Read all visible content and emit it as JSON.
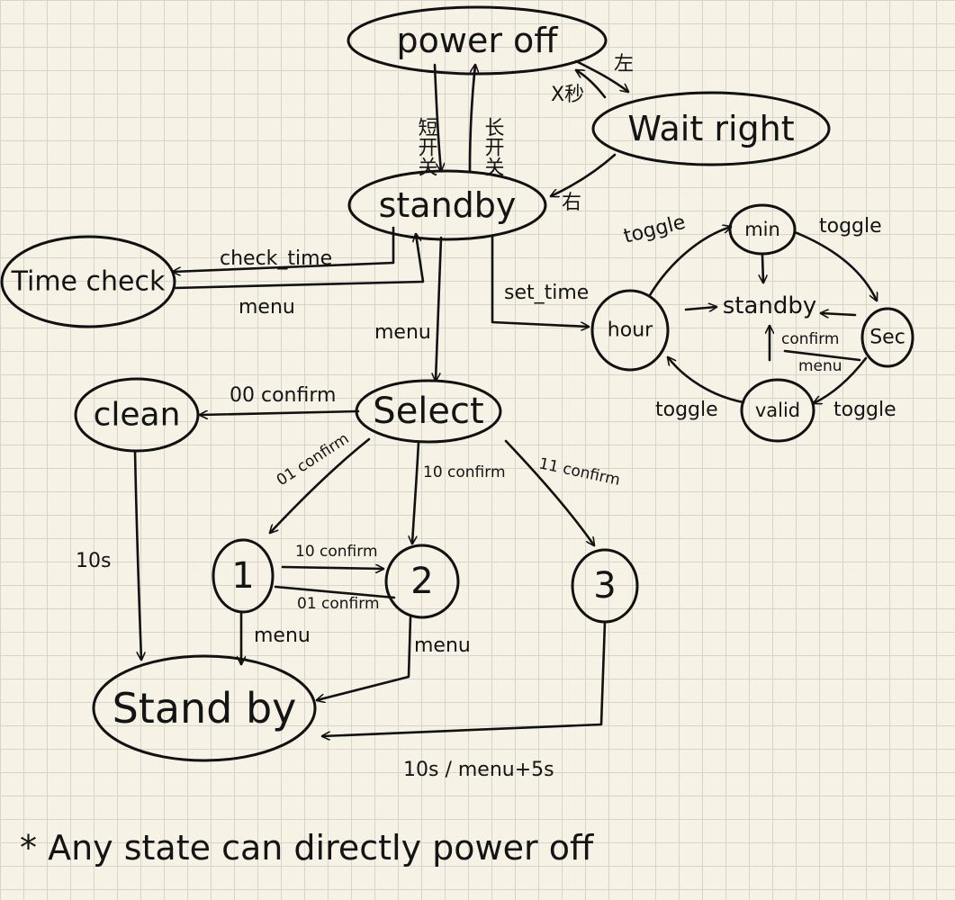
{
  "diagram": {
    "nodes": {
      "power_off": "power off",
      "wait_right": "Wait right",
      "standby_top": "standby",
      "time_check": "Time check",
      "select": "Select",
      "clean": "clean",
      "state_1": "1",
      "state_2": "2",
      "state_3": "3",
      "standby_bottom": "Stand by",
      "min": "min",
      "hour": "hour",
      "sec": "Sec",
      "valid": "valid",
      "standby_inner": "standby"
    },
    "edges": {
      "short_switch": "短开关",
      "long_switch": "长开关",
      "left": "左",
      "x_seconds": "X秒",
      "right": "右",
      "check_time": "check_time",
      "menu_time": "menu",
      "menu_select": "menu",
      "set_time": "set_time",
      "confirm_00": "00 confirm",
      "confirm_01": "01 confirm",
      "confirm_10": "10 confirm",
      "confirm_11": "11 confirm",
      "confirm_1_to_2": "10 confirm",
      "confirm_2_to_1": "01 confirm",
      "clean_10s": "10s",
      "menu_1": "menu",
      "menu_2": "menu",
      "timeout_3": "10s / menu+5s",
      "toggle_hour_min": "toggle",
      "toggle_min_sec": "toggle",
      "toggle_sec_valid": "toggle",
      "toggle_valid_hour": "toggle",
      "confirm_inner": "confirm",
      "menu_inner": "menu"
    },
    "footnote": "* Any state can directly power off"
  }
}
